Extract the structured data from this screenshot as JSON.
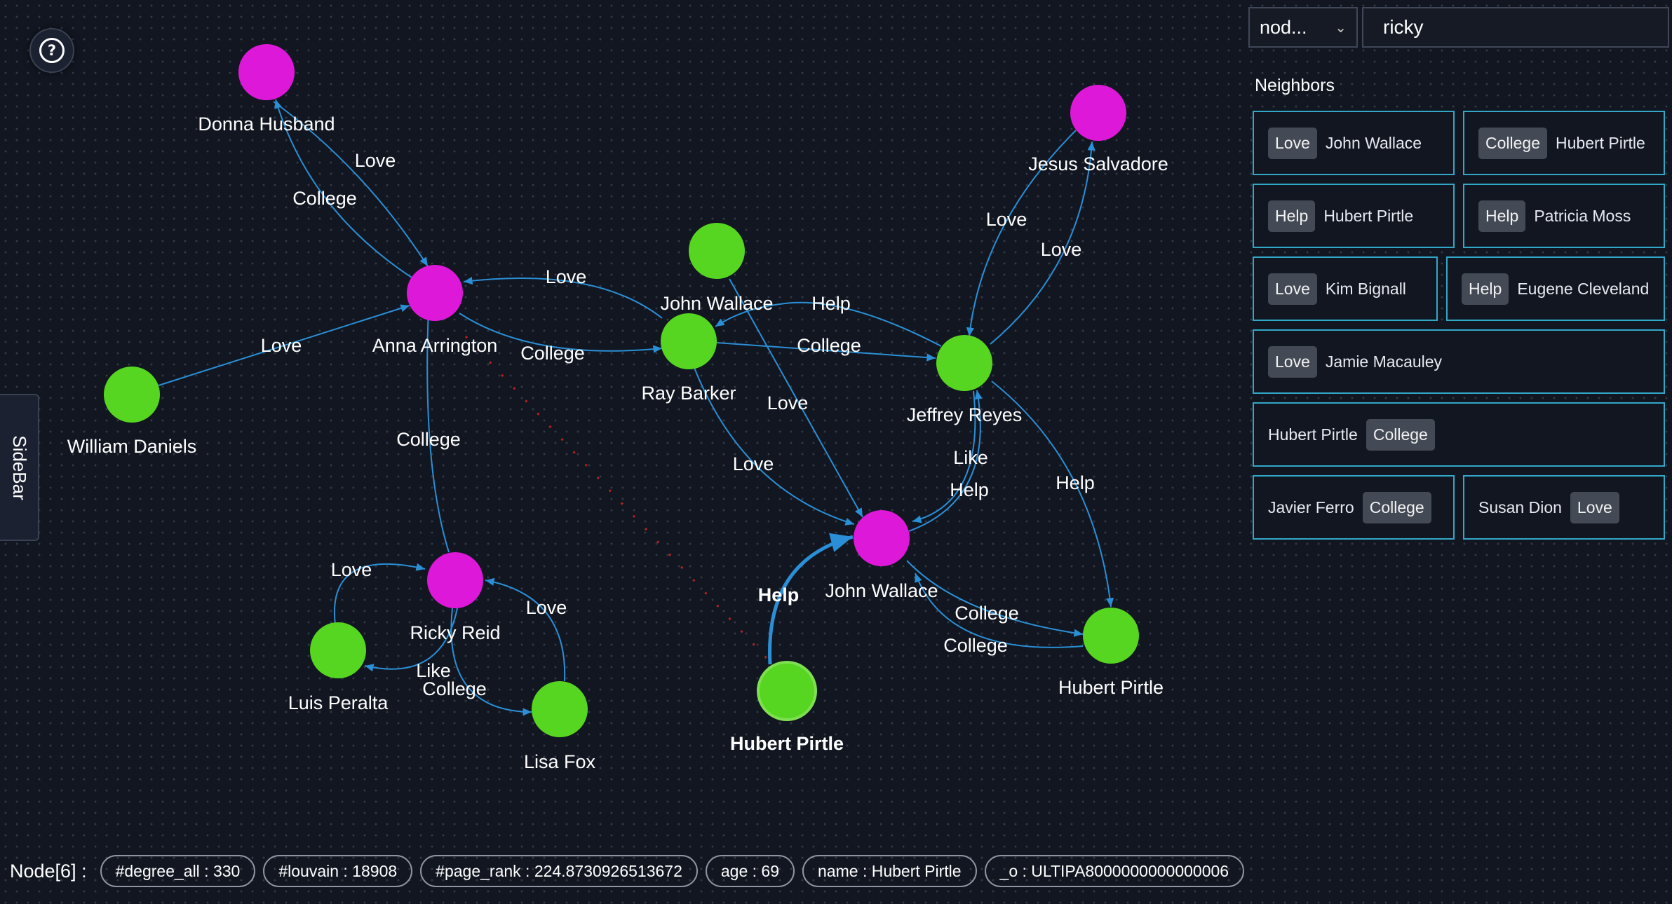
{
  "help_icon": "question-circle-icon",
  "sidebar": {
    "label": "SideBar"
  },
  "search": {
    "type_value": "nod...",
    "query": "ricky"
  },
  "neighbors": {
    "title": "Neighbors",
    "items": [
      {
        "tag": "Love",
        "name": "John Wallace"
      },
      {
        "tag": "College",
        "name": "Hubert Pirtle"
      },
      {
        "tag": "Help",
        "name": "Hubert Pirtle"
      },
      {
        "tag": "Help",
        "name": "Patricia Moss"
      },
      {
        "tag": "Love",
        "name": "Kim Bignall"
      },
      {
        "tag": "Help",
        "name": "Eugene Cleveland"
      },
      {
        "tag": "Love",
        "name": "Jamie Macauley"
      },
      {
        "name": "Hubert Pirtle",
        "tag": "College"
      },
      {
        "name": "Javier Ferro",
        "tag": "College"
      },
      {
        "name": "Susan Dion",
        "tag": "Love"
      }
    ]
  },
  "graph": {
    "colors": {
      "magenta_node": "#de18d9",
      "green_node": "#56d620",
      "edge": "#2a8fd6"
    },
    "nodes": [
      {
        "label": "Donna Husband",
        "color": "magenta"
      },
      {
        "label": "Anna Arrington",
        "color": "magenta"
      },
      {
        "label": "William Daniels",
        "color": "green"
      },
      {
        "label": "John Wallace",
        "color": "green"
      },
      {
        "label": "Ray Barker",
        "color": "green"
      },
      {
        "label": "Jesus Salvadore",
        "color": "magenta"
      },
      {
        "label": "Jeffrey Reyes",
        "color": "green"
      },
      {
        "label": "John Wallace",
        "color": "magenta"
      },
      {
        "label": "Ricky Reid",
        "color": "magenta"
      },
      {
        "label": "Luis Peralta",
        "color": "green"
      },
      {
        "label": "Lisa Fox",
        "color": "green"
      },
      {
        "label": "Hubert Pirtle",
        "color": "green"
      },
      {
        "label": "Hubert Pirtle",
        "color": "green",
        "selected": true
      }
    ],
    "edge_labels": [
      "Love",
      "College",
      "Love",
      "Love",
      "College",
      "Help",
      "College",
      "Love",
      "Love",
      "Love",
      "Love",
      "Like",
      "Help",
      "Help",
      "College",
      "College",
      "College",
      "Love",
      "Love",
      "Like",
      "College",
      "Help"
    ]
  },
  "status": {
    "label": "Node[6] :",
    "props": [
      "#degree_all : 330",
      "#louvain : 18908",
      "#page_rank : 224.8730926513672",
      "age : 69",
      "name : Hubert Pirtle",
      "_o : ULTIPA8000000000000006"
    ]
  }
}
